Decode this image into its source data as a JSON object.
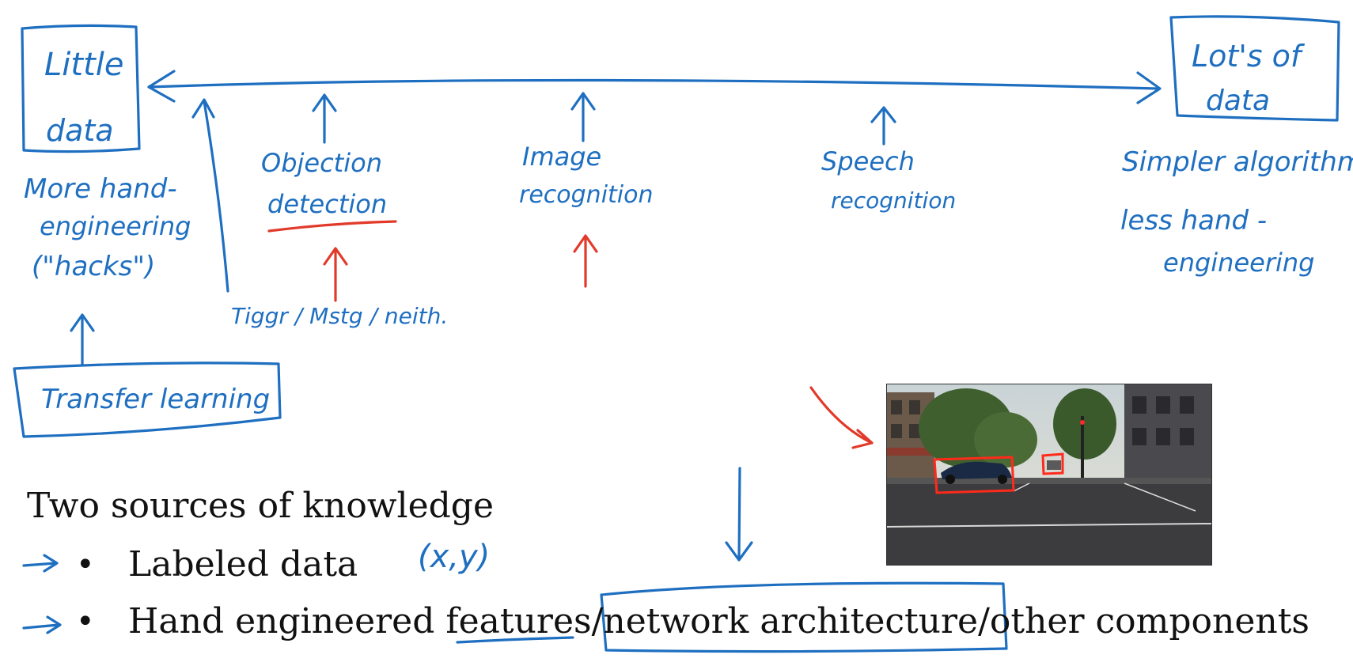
{
  "handwriting": {
    "little_data": [
      "Little",
      "data"
    ],
    "lots_of_data": [
      "Lot's of",
      "data"
    ],
    "more_hand_engineering": [
      "More hand-",
      "engineering",
      "(\"hacks\")"
    ],
    "transfer_learning": "Transfer learning",
    "tiny_labels": "Tiggr / Mstg / neith.",
    "object_detection": [
      "Objection",
      "detection"
    ],
    "image_recognition": [
      "Image",
      "recognition"
    ],
    "speech_recognition": [
      "Speech",
      "recognition"
    ],
    "simpler_algorithms": [
      "Simpler algorithms",
      "less hand -",
      "engineering"
    ],
    "xy": "(x,y)"
  },
  "bottom_text": {
    "heading": "Two sources of knowledge",
    "bullet_1": "Labeled data",
    "bullet_2_part_a": "Hand engineered ",
    "bullet_2_features": "features",
    "bullet_2_sep1": "/",
    "bullet_2_network": "network architecture",
    "bullet_2_sep2": "/other components",
    "bullet_symbol": "•"
  },
  "colors": {
    "ink_blue": "#1f6fc1",
    "ink_red": "#e23a2a",
    "text_black": "#111111"
  },
  "icons": {
    "photo": "street-scene-photo"
  }
}
